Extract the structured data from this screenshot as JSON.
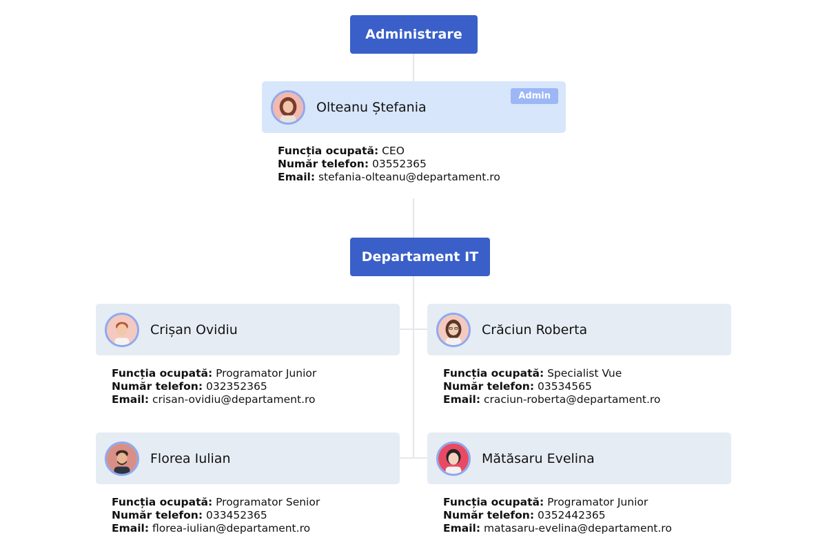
{
  "departments": [
    {
      "id": "admin",
      "label": "Administrare"
    },
    {
      "id": "it",
      "label": "Departament IT"
    }
  ],
  "field_labels": {
    "role": "Funcția ocupată:",
    "phone": "Număr telefon:",
    "email": "Email:"
  },
  "admin_person": {
    "name": "Olteanu Ștefania",
    "badge": "Admin",
    "role": "CEO",
    "phone": "03552365",
    "email": "stefania-olteanu@departament.ro"
  },
  "it_people": [
    {
      "name": "Crișan Ovidiu",
      "role": "Programator Junior",
      "phone": "032352365",
      "email": "crisan-ovidiu@departament.ro"
    },
    {
      "name": "Crăciun Roberta",
      "role": "Specialist Vue",
      "phone": "03534565",
      "email": "craciun-roberta@departament.ro"
    },
    {
      "name": "Florea Iulian",
      "role": "Programator Senior",
      "phone": "033452365",
      "email": "florea-iulian@departament.ro"
    },
    {
      "name": "Mătăsaru Evelina",
      "role": "Programator Junior",
      "phone": "0352442365",
      "email": "matasaru-evelina@departament.ro"
    }
  ],
  "colors": {
    "dept_box": "#3a5fc8",
    "admin_card": "#d7e6fb",
    "person_card": "#e6ecf3",
    "badge": "#9db6f6",
    "avatar_ring": "#8ea9f0",
    "connector": "#e4e7ec"
  }
}
